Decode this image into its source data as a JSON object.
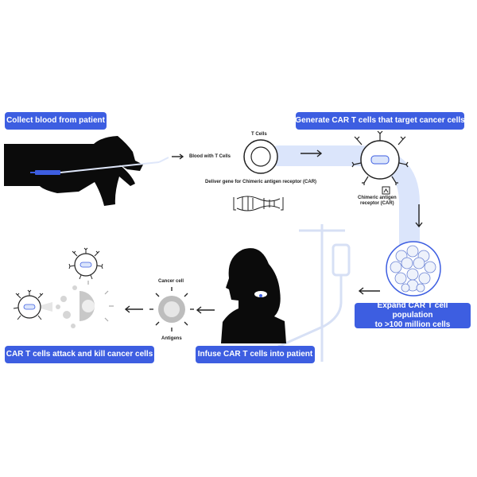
{
  "steps": {
    "collect": "Collect blood from patient",
    "generate": "Generate CAR T cells that target cancer cells",
    "expand": "Expand CAR T cell population\nto >100 million cells",
    "infuse": "Infuse CAR T cells into patient",
    "attack": "CAR T cells attack and kill cancer cells"
  },
  "annotations": {
    "blood_with_t_cells": "Blood with T Cells",
    "t_cells": "T Cells",
    "deliver_gene": "Deliver gene for Chimeric antigen receptor (CAR)",
    "car_label": "Chimeric antigen\nreceptor (CAR)",
    "cancer_cell": "Cancer cell",
    "antigens": "Antigens"
  },
  "colors": {
    "accent": "#3d5ee1",
    "flow_band": "#dbe5fb",
    "dark": "#0b0b0b",
    "cell_outline": "#222222",
    "cancer_gray": "#bdbdbd"
  },
  "icons": [
    "arm-silhouette-icon",
    "patient-silhouette-icon",
    "iv-stand-icon",
    "t-cell-icon",
    "car-t-cell-icon",
    "dna-icon",
    "cancer-cell-icon",
    "cell-cluster-icon",
    "arrow-icon"
  ]
}
